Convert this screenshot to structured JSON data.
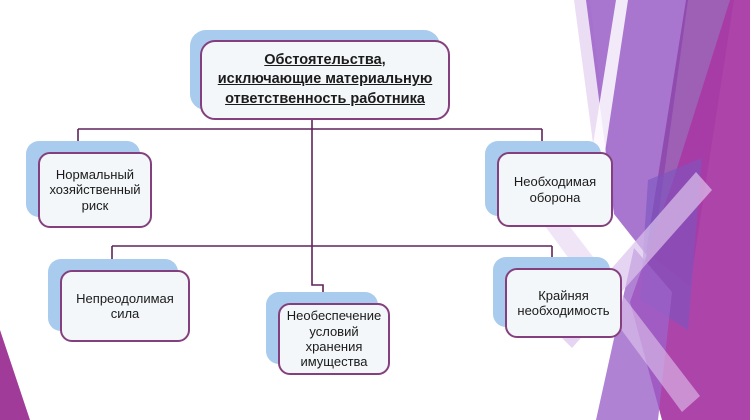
{
  "slide": {
    "root": {
      "label": "Обстоятельства,\nисключающие материальную\nответственность работника"
    },
    "children": [
      {
        "label": "Нормальный\nхозяйственный\nриск"
      },
      {
        "label": "Необходимая\nоборона"
      },
      {
        "label": "Непреодолимая\nсила"
      },
      {
        "label": "Необеспечение\nусловий\nхранения\nимущества"
      },
      {
        "label": "Крайняя\nнеобходимость"
      }
    ],
    "colors": {
      "box_border": "#84407e",
      "box_fill": "#f3f7f9",
      "box_shadow_blue": "#a8cbee",
      "connector_line": "#5e2458",
      "text": "#1b1b1b",
      "decoration_violet": "#9c63c8",
      "decoration_purple": "#8c44a8",
      "decoration_magenta": "#a93aa5",
      "decoration_blue_violet": "#7a55c0",
      "decoration_lavender": "#dcc3ec",
      "decoration_corner": "#a03b99"
    }
  }
}
